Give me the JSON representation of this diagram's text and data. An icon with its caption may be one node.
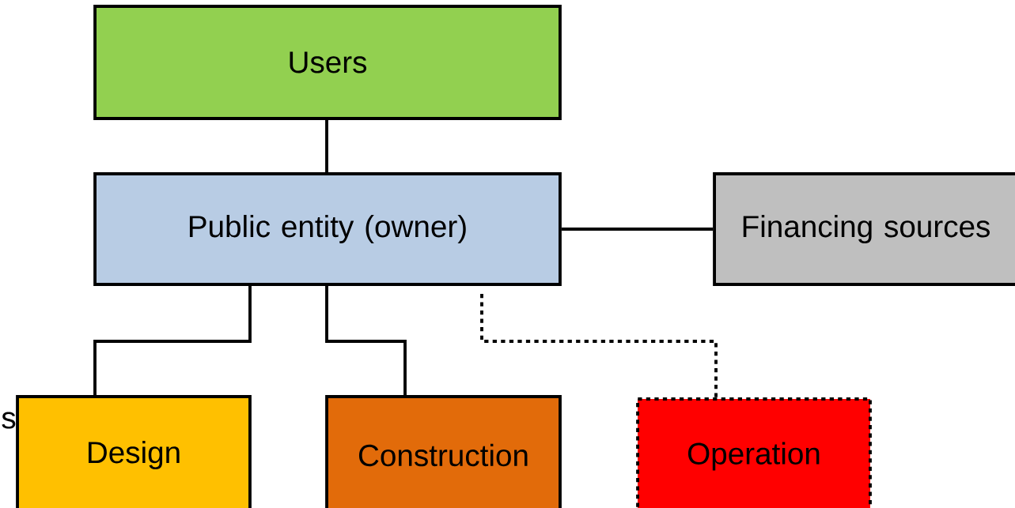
{
  "diagram": {
    "nodes": [
      {
        "text": [
          "Users"
        ]
      },
      {
        "text": [
          "Public entity (owner)"
        ]
      },
      {
        "text": [
          "Financing sources"
        ]
      },
      {
        "text": [
          "Design"
        ]
      },
      {
        "text": [
          "Construction"
        ]
      },
      {
        "text": [
          "Operation"
        ]
      }
    ],
    "edges": [
      {
        "from": 0,
        "to": 1,
        "arrow": "none"
      },
      {
        "from": 1,
        "to": 2,
        "arrow": "none"
      },
      {
        "from": 1,
        "to": 3,
        "arrow": "none"
      },
      {
        "from": 1,
        "to": 4,
        "arrow": "none"
      },
      {
        "from": 1,
        "to": 5,
        "arrow": "none",
        "style": "dashed"
      }
    ],
    "labels": [
      "s"
    ]
  }
}
